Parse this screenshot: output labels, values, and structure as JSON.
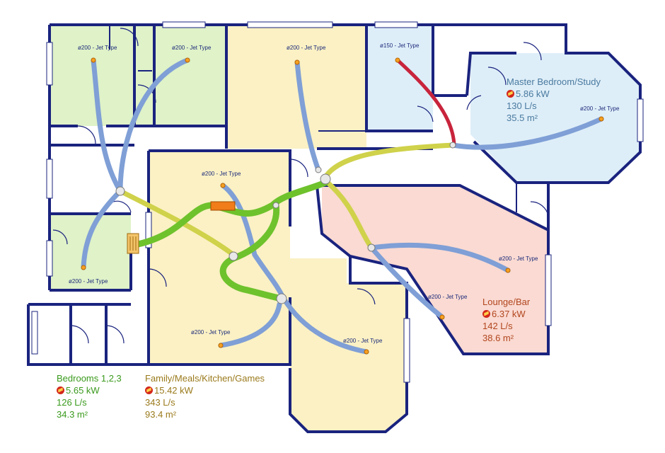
{
  "outlets": {
    "o1": "ø200 - Jet Type",
    "o2": "ø200 - Jet Type",
    "o3": "ø200 - Jet Type",
    "o4": "ø150 - Jet Type",
    "o5": "ø200 - Jet Type",
    "o6": "ø200 - Jet Type",
    "o7": "ø200 - Jet Type",
    "o8": "ø200 - Jet Type",
    "o9": "ø200 - Jet Type",
    "o10": "ø200 - Jet Type",
    "o11": "ø200 - Jet Type"
  },
  "zones": {
    "master": {
      "name": "Master Bedroom/Study",
      "kw": "5.86 kW",
      "flow": "130 L/s",
      "area": "35.5 m²"
    },
    "lounge": {
      "name": "Lounge/Bar",
      "kw": "6.37 kW",
      "flow": "142 L/s",
      "area": "38.6 m²"
    },
    "bedrooms": {
      "name": "Bedrooms 1,2,3",
      "kw": "5.65 kW",
      "flow": "126 L/s",
      "area": "34.3 m²"
    },
    "family": {
      "name": "Family/Meals/Kitchen/Games",
      "kw": "15.42 kW",
      "flow": "343 L/s",
      "area": "93.4 m²"
    }
  },
  "colors": {
    "wall": "#1a237e",
    "zone_bedrooms": "#dff2c8",
    "zone_family": "#fbf1c4",
    "zone_master": "#deeef8",
    "zone_lounge": "#fadad2",
    "duct_blue": "#7f9fd6",
    "duct_yellow": "#cfd24a",
    "duct_green": "#6ec22c",
    "duct_red": "#c8243c",
    "text_bedrooms": "#3a9a1c",
    "text_family": "#9a7a1c",
    "text_master": "#4a7aa0",
    "text_lounge": "#b2461e",
    "icon_flame": "#d3261b"
  }
}
